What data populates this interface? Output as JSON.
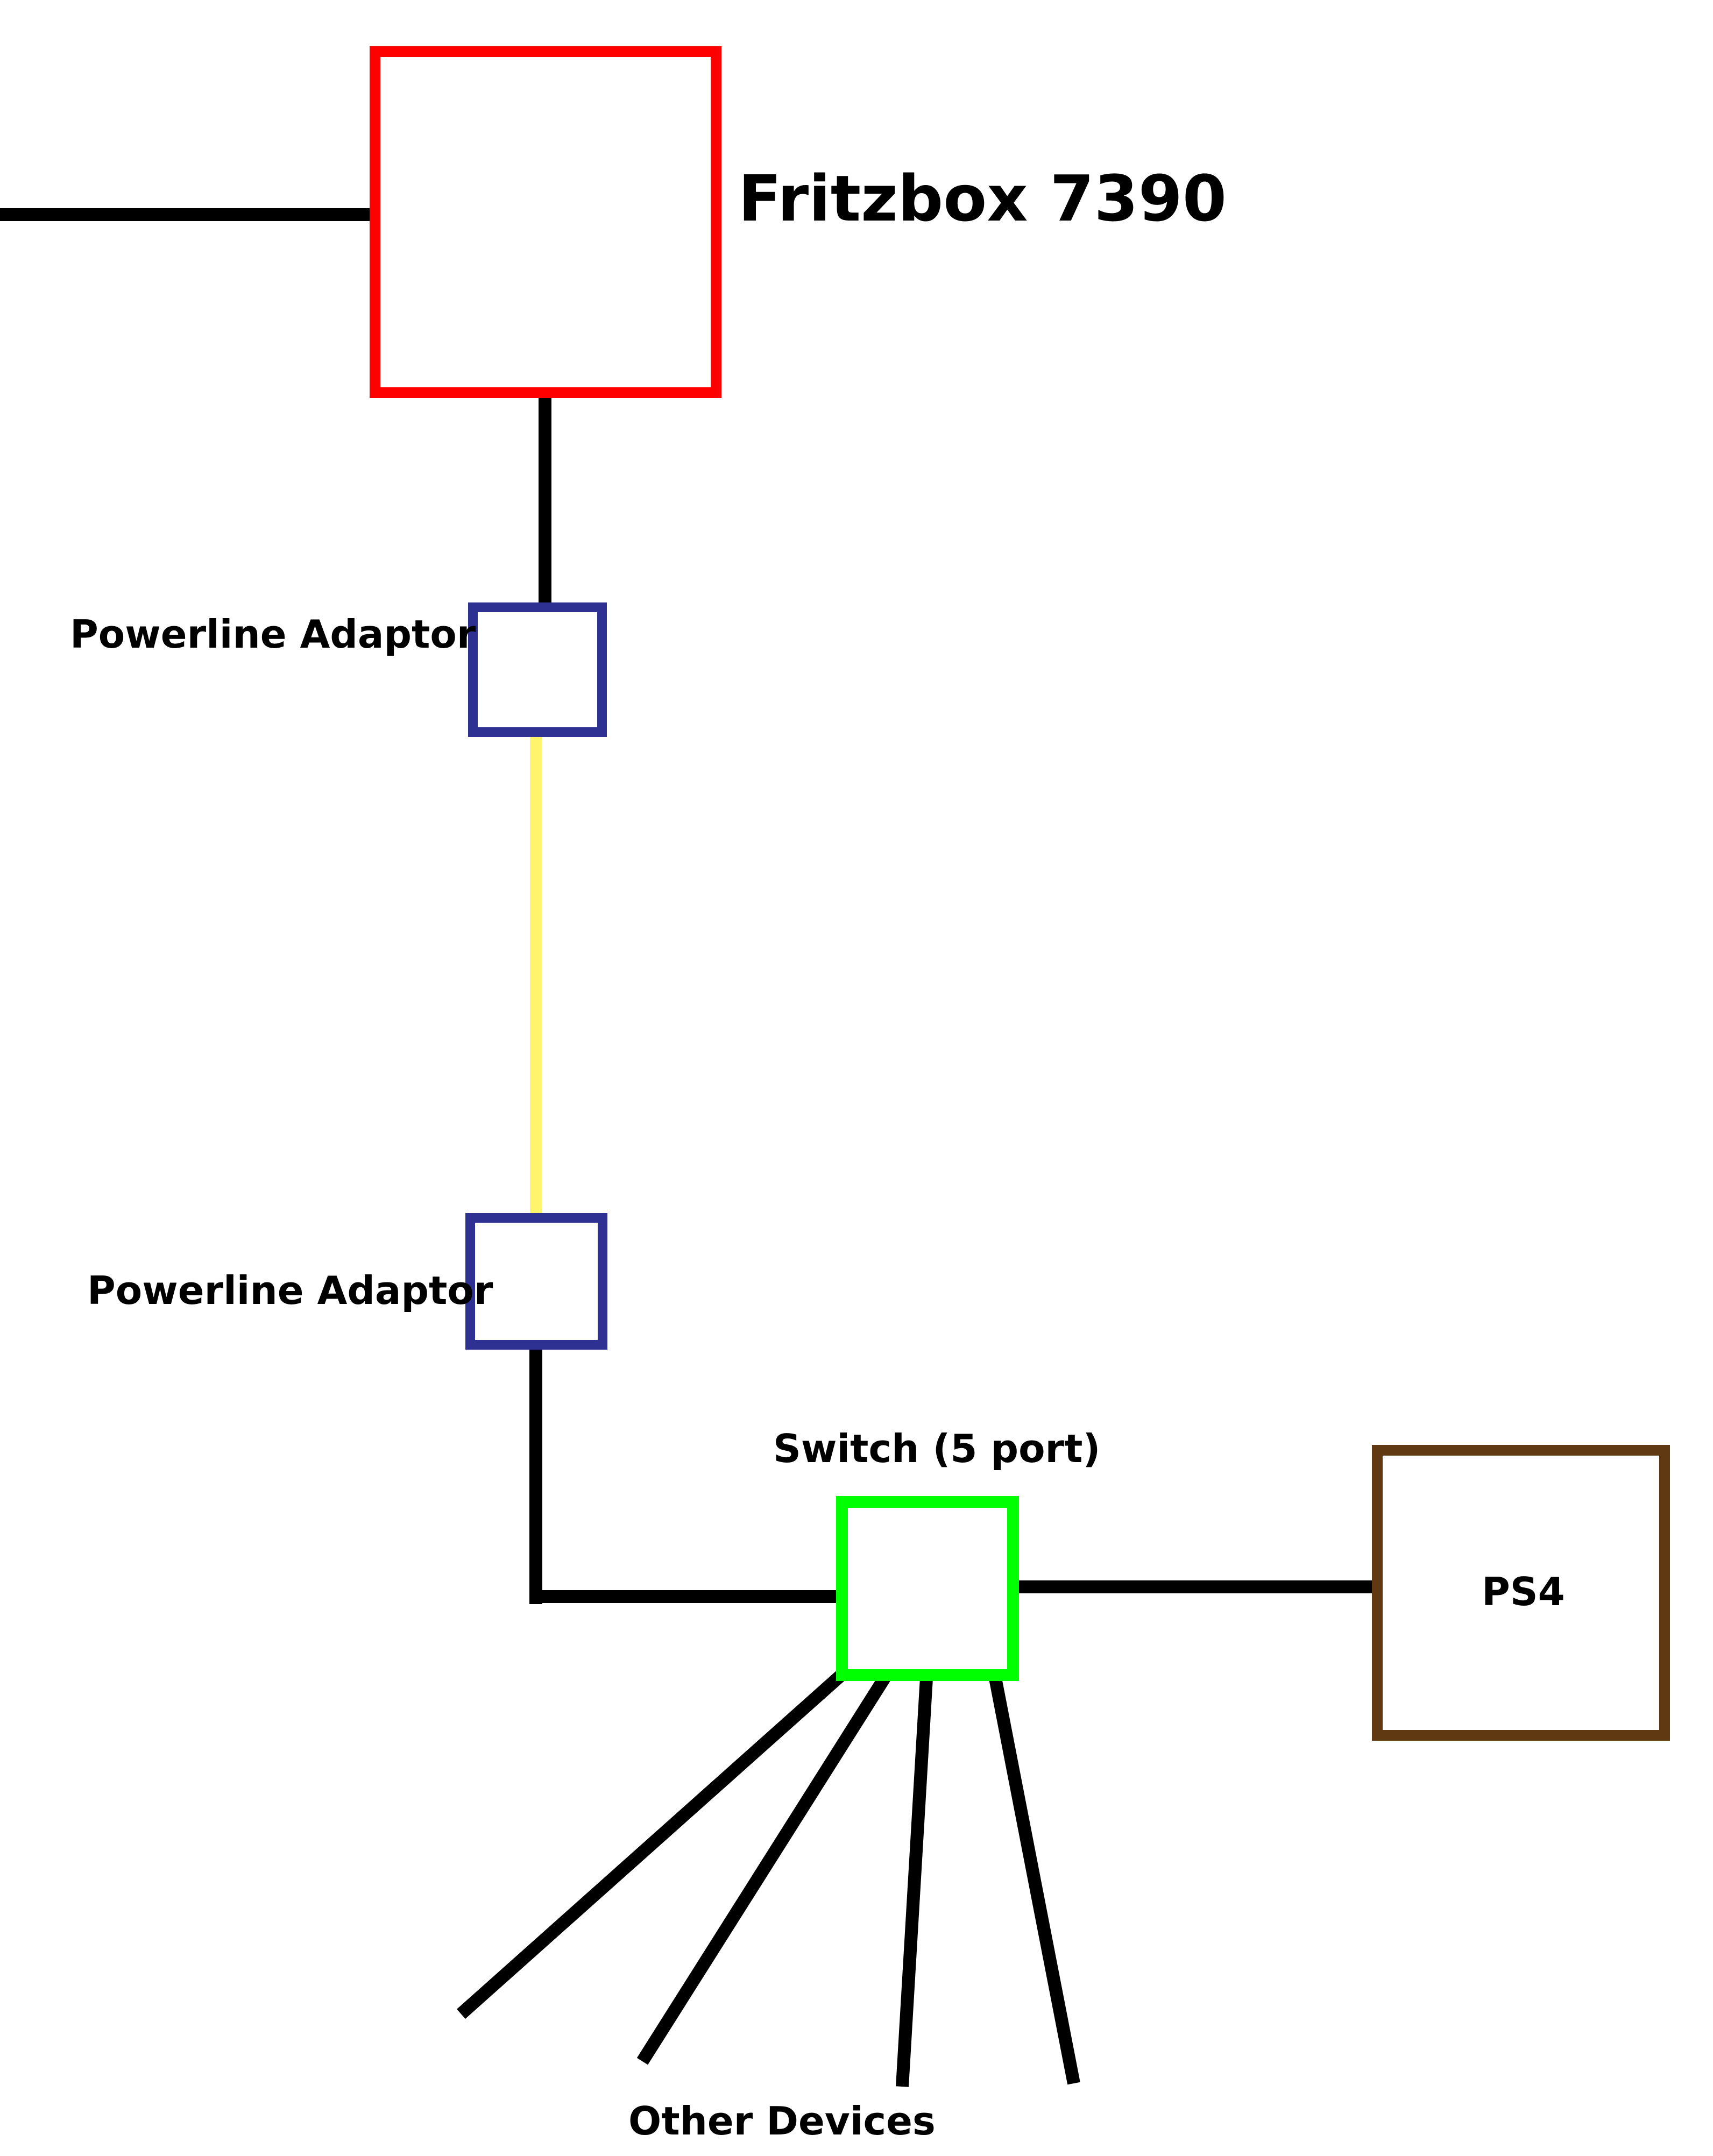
{
  "labels": {
    "router": "Fritzbox 7390",
    "powerline_top": "Powerline Adaptor",
    "powerline_bottom": "Powerline Adaptor",
    "switch": "Switch (5 port)",
    "ps4": "PS4",
    "other_devices": "Other Devices"
  },
  "colors": {
    "router": "#ff0000",
    "powerline": "#2e3192",
    "powerline_link": "#fff46b",
    "switch": "#00ff00",
    "ps4": "#603913",
    "cable": "#000000"
  }
}
